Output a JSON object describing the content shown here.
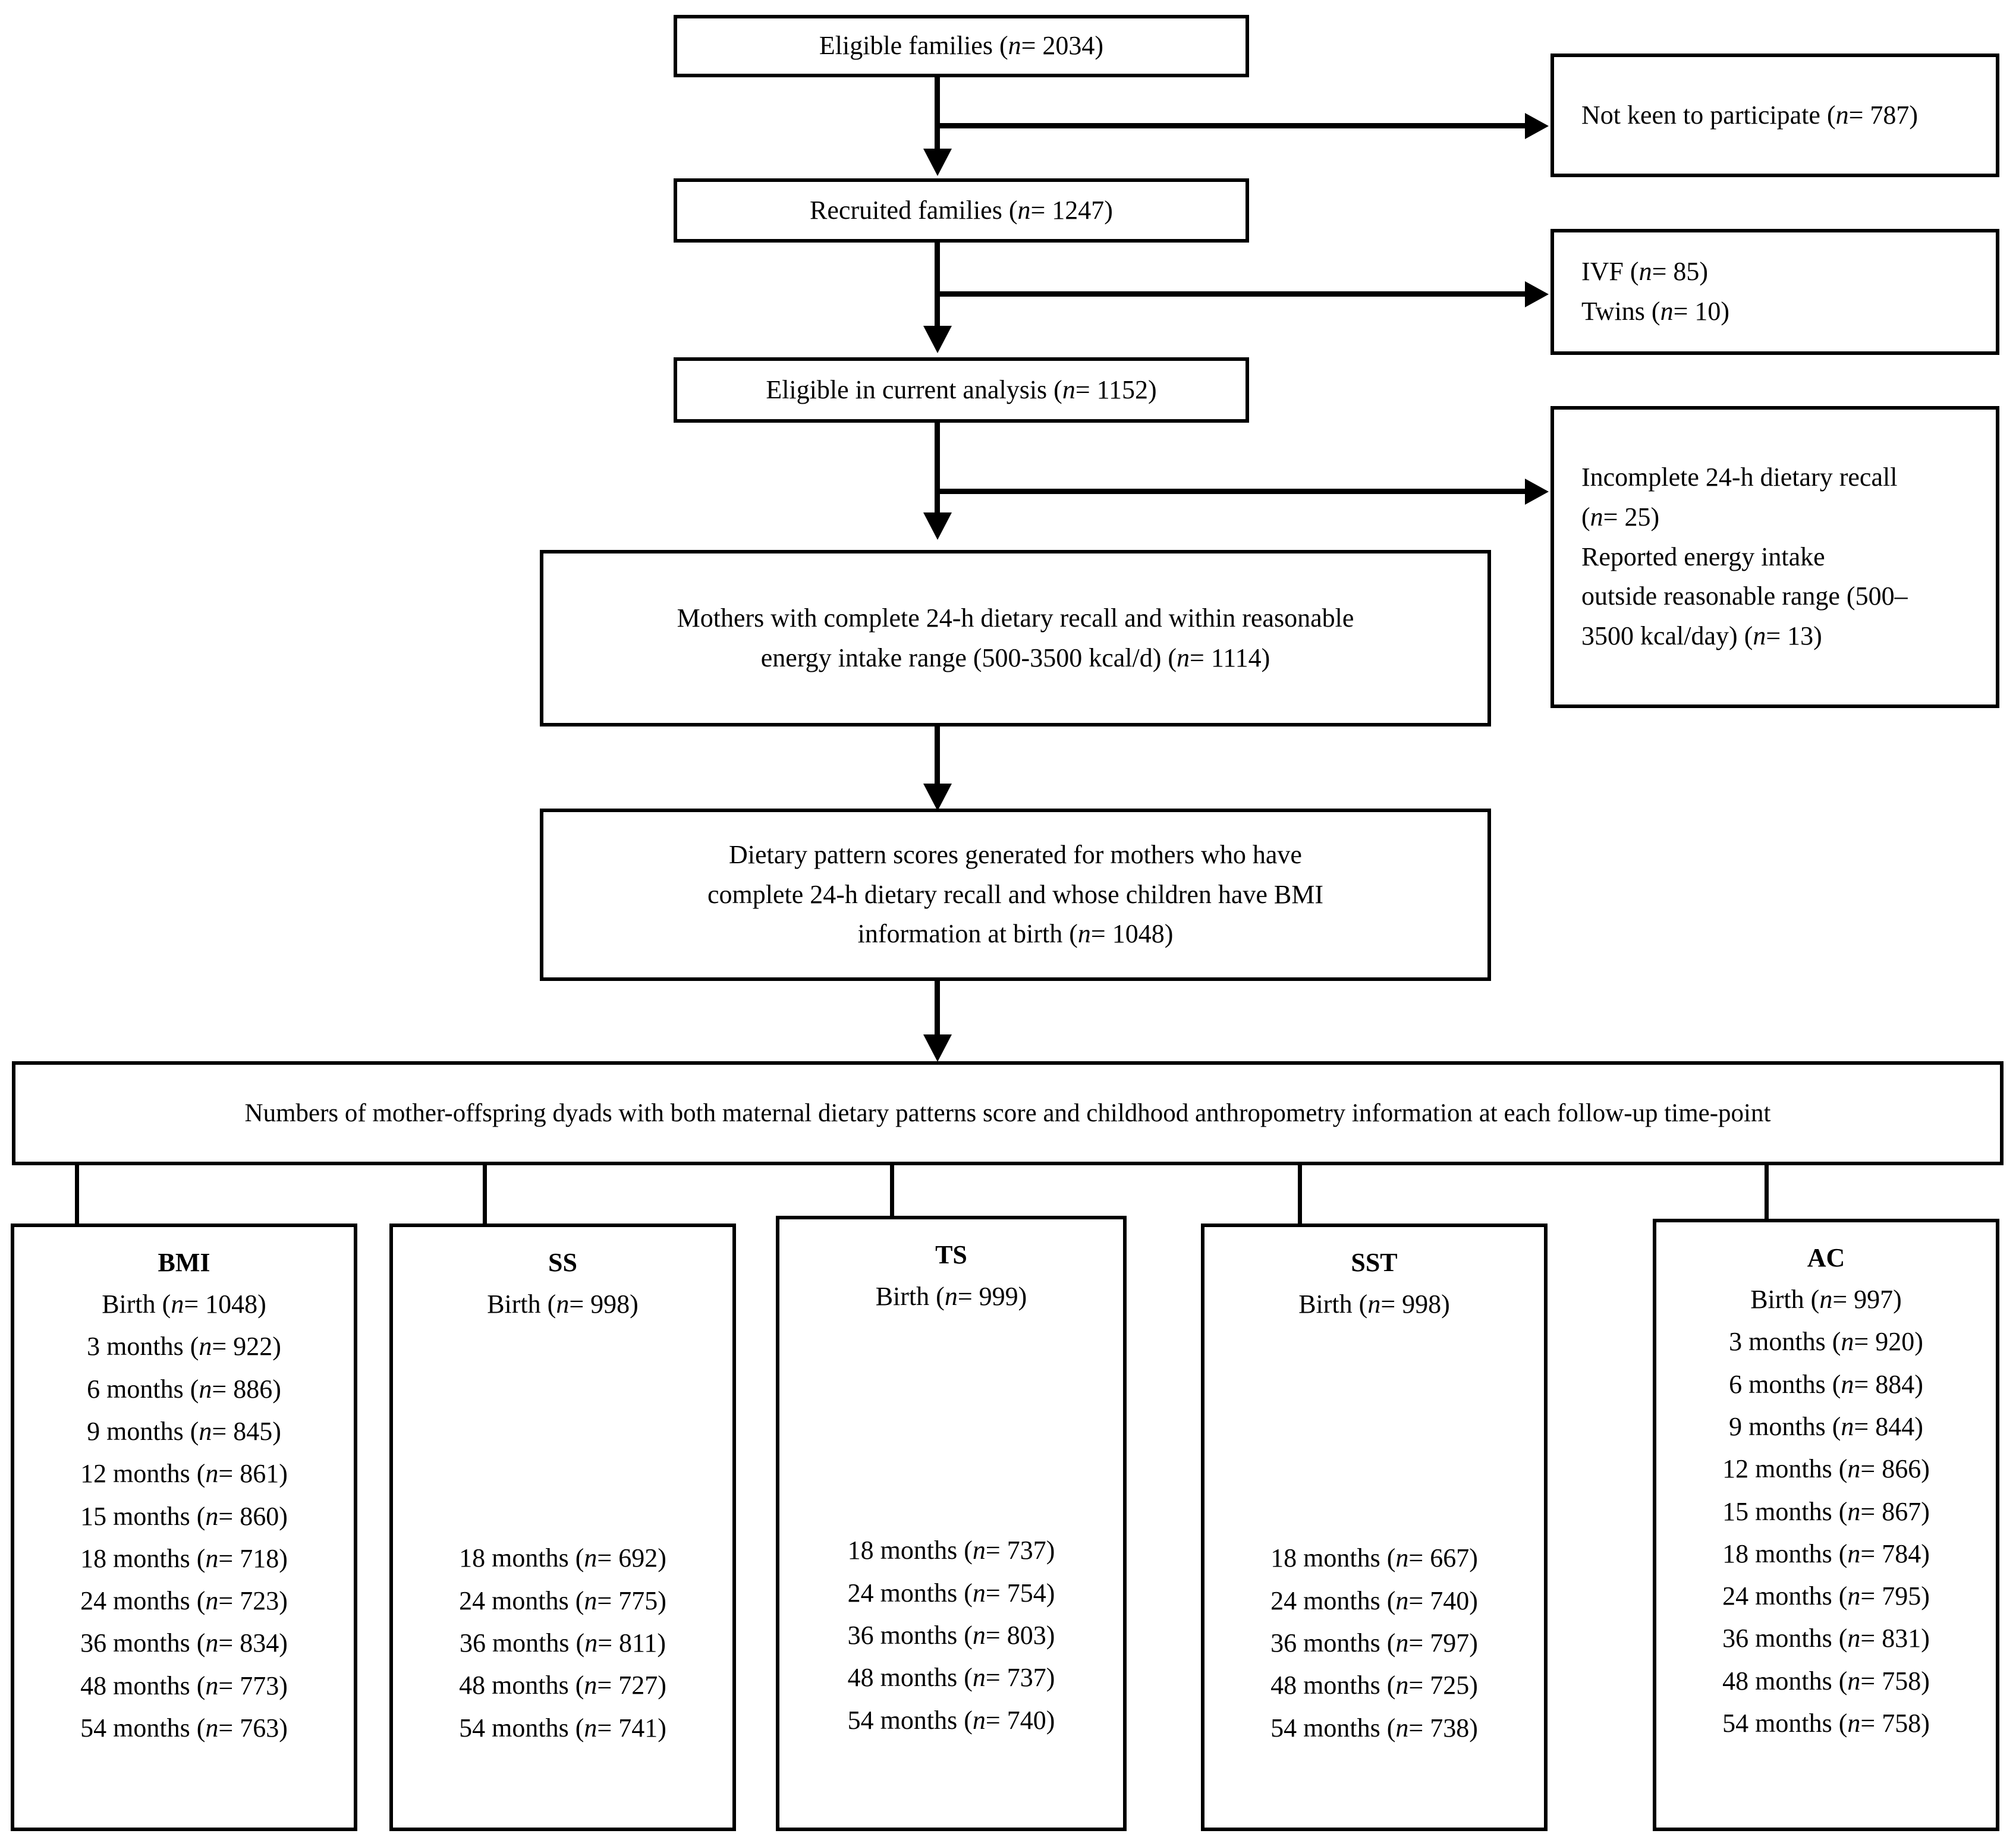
{
  "figure": {
    "type": "study-flow-diagram",
    "italic_marker": "n"
  },
  "flow": {
    "eligible_families": "Eligible families (n= 2034)",
    "eligible_families_label": "Eligible families",
    "eligible_families_n": "2034",
    "recruited_families": "Recruited families (n= 1247)",
    "recruited_families_label": "Recruited families",
    "recruited_families_n": "1247",
    "eligible_current": "Eligible in current analysis (n= 1152)",
    "eligible_current_label": "Eligible in current analysis",
    "eligible_current_n": "1152",
    "mothers_complete_line1": "Mothers with complete 24-h dietary recall and within reasonable",
    "mothers_complete_line2": "energy intake range (500-3500 kcal/d) (n= 1114)",
    "mothers_complete_n": "1114",
    "dietary_scores_line1": "Dietary pattern scores generated for mothers who have",
    "dietary_scores_line2": "complete 24-h dietary recall and whose children have BMI",
    "dietary_scores_line3": "information at birth (n= 1048)",
    "dietary_scores_n": "1048",
    "banner": "Numbers of mother-offspring dyads with both maternal dietary patterns score and childhood anthropometry information at each follow-up time-point"
  },
  "exclusions": [
    {
      "name": "not-keen",
      "lines": [
        "Not keen to participate (n= 787)"
      ]
    },
    {
      "name": "ivf-twins",
      "lines": [
        "IVF (n= 85)",
        "Twins (n= 10)"
      ]
    },
    {
      "name": "incomplete-recall",
      "lines": [
        "Incomplete 24-h dietary recall",
        "(n= 25)",
        "Reported energy intake",
        "outside reasonable range (500–",
        "3500 kcal/day) (n= 13)"
      ]
    }
  ],
  "outcomes": [
    {
      "title": "BMI",
      "rows": [
        "Birth (n= 1048)",
        "3 months (n= 922)",
        "6 months (n= 886)",
        "9 months (n= 845)",
        "12 months (n= 861)",
        "15 months (n= 860)",
        "18 months (n= 718)",
        "24 months (n= 723)",
        "36 months (n= 834)",
        "48 months (n= 773)",
        "54 months (n= 763)"
      ],
      "gap_after_index": -1
    },
    {
      "title": "SS",
      "rows": [
        "Birth (n= 998)",
        "18 months (n= 692)",
        "24 months (n= 775)",
        "36 months (n= 811)",
        "48 months (n= 727)",
        "54 months (n= 741)"
      ],
      "gap_after_index": 0
    },
    {
      "title": "TS",
      "rows": [
        "Birth (n= 999)",
        "18 months (n= 737)",
        "24 months (n= 754)",
        "36 months (n= 803)",
        "48 months (n= 737)",
        "54 months (n= 740)"
      ],
      "gap_after_index": 0
    },
    {
      "title": "SST",
      "rows": [
        "Birth (n= 998)",
        "18 months (n= 667)",
        "24 months (n= 740)",
        "36 months (n= 797)",
        "48 months (n= 725)",
        "54 months (n= 738)"
      ],
      "gap_after_index": 0
    },
    {
      "title": "AC",
      "rows": [
        "Birth (n= 997)",
        "3 months (n= 920)",
        "6 months (n= 884)",
        "9 months (n= 844)",
        "12 months (n= 866)",
        "15 months (n= 867)",
        "18 months (n= 784)",
        "24 months (n= 795)",
        "36 months (n= 831)",
        "48 months (n= 758)",
        "54 months (n= 758)"
      ],
      "gap_after_index": -1
    }
  ],
  "colors": {
    "stroke": "#000000",
    "background": "#ffffff"
  }
}
